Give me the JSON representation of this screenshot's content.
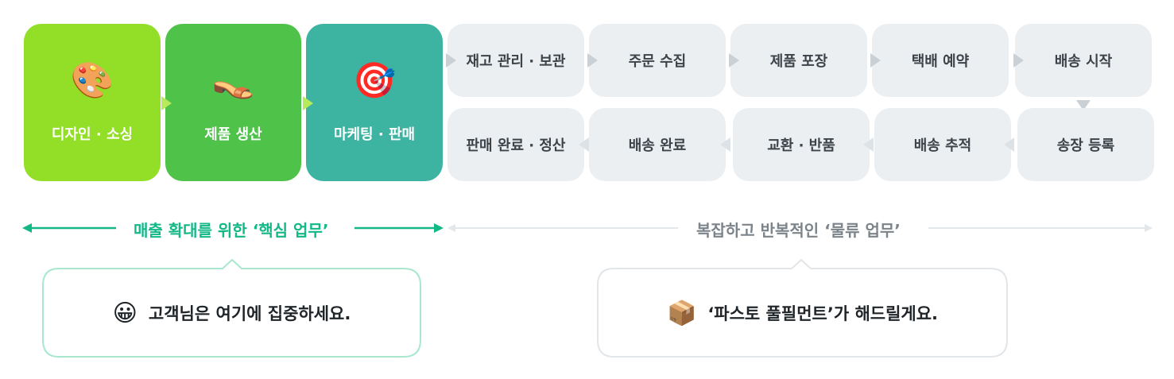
{
  "core_steps": [
    {
      "label": "디자인 · 소싱",
      "icon": "palette-icon",
      "glyph": "🎨"
    },
    {
      "label": "제품 생산",
      "icon": "sandal-icon",
      "glyph": "👡"
    },
    {
      "label": "마케팅 · 판매",
      "icon": "target-icon",
      "glyph": "🎯"
    }
  ],
  "logistics_row1": [
    "재고 관리 · 보관",
    "주문 수집",
    "제품 포장",
    "택배 예약",
    "배송 시작"
  ],
  "logistics_row2": [
    "판매 완료 · 정산",
    "배송 완료",
    "교환 · 반품",
    "배송 추적",
    "송장 등록"
  ],
  "core_label": "매출 확대를 위한 ‘핵심 업무’",
  "logistics_label": "복잡하고 반복적인 ‘물류 업무’",
  "bubble_left": {
    "text": "고객님은 여기에 집중하세요.",
    "icon": "smiley-icon",
    "glyph": "😀"
  },
  "bubble_right": {
    "text": "‘파스토 풀필먼트’가 해드릴게요.",
    "icon": "package-icon",
    "glyph": "📦"
  },
  "colors": {
    "accent": "#12b886",
    "card1": "#93de26",
    "card2": "#4fc24a",
    "card3": "#3db3a1",
    "cell": "#eceff2"
  }
}
